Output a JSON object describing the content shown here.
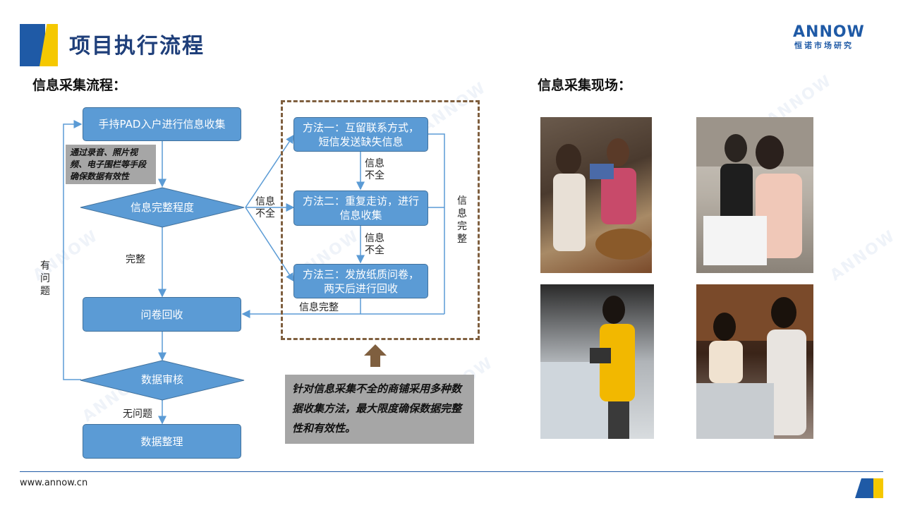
{
  "header": {
    "title": "项目执行流程",
    "logo_word": "ANNOW",
    "logo_sub": "恒诺市场研究"
  },
  "left_section_title": "信息采集流程：",
  "right_section_title": "信息采集现场：",
  "flow": {
    "step_pad": "手持PAD入户进行信息收集",
    "note_pad": "通过录音、照片视频、电子围栏等手段确保数据有效性",
    "decision_completeness": "信息完整程度",
    "label_complete": "完整",
    "label_incomplete": "信息\n不全",
    "label_has_issue": "有问题",
    "step_recover": "问卷回收",
    "decision_audit": "数据审核",
    "label_no_issue": "无问题",
    "step_organize": "数据整理",
    "method_1": "方法一：互留联系方式，短信发送缺失信息",
    "method_2": "方法二：重复走访，进行信息收集",
    "method_3": "方法三：发放纸质问卷，两天后进行回收",
    "label_m1_m2": "信息\n不全",
    "label_m2_m3": "信息\n不全",
    "label_info_complete_side": "信息完整",
    "label_info_complete_bottom": "信息完整",
    "callout": "针对信息采集不全的商铺采用多种数据收集方法，最大限度确保数据完整性和有效性。"
  },
  "footer": {
    "url": "www.annow.cn"
  },
  "colors": {
    "brand_blue": "#1f5aa6",
    "brand_yellow": "#f5c800",
    "flow_box": "#5b9bd5",
    "note_gray": "#a6a6a6",
    "dash_brown": "#7f5f3f"
  }
}
